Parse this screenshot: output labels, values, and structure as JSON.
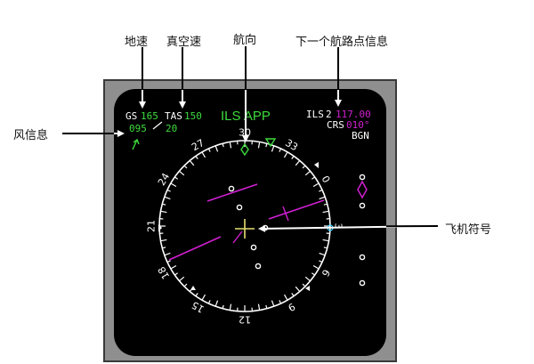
{
  "callouts": {
    "ground_speed": "地速",
    "true_airspeed": "真空速",
    "heading": "航向",
    "next_waypoint": "下一个航路点信息",
    "wind": "风信息",
    "aircraft_symbol": "飞机符号"
  },
  "display": {
    "gs_label": "GS",
    "gs_value": "165",
    "tas_label": "TAS",
    "tas_value": "150",
    "mode": "ILS APP",
    "wind_dir": "095",
    "wind_speed": "20",
    "ils_label": "ILS",
    "ils_num": "2",
    "ils_freq": "117.00",
    "crs_label": "CRS",
    "crs_value": "010°",
    "station": "BGN",
    "compass_labels": [
      "30",
      "33",
      "0",
      "3",
      "6",
      "9",
      "12",
      "15",
      "18",
      "21",
      "24",
      "27"
    ]
  },
  "colors": {
    "green": "#3ddc3d",
    "white": "#ffffff",
    "magenta": "#d020d0",
    "cyan": "#3ad6ff",
    "yellow": "#e8e070"
  }
}
